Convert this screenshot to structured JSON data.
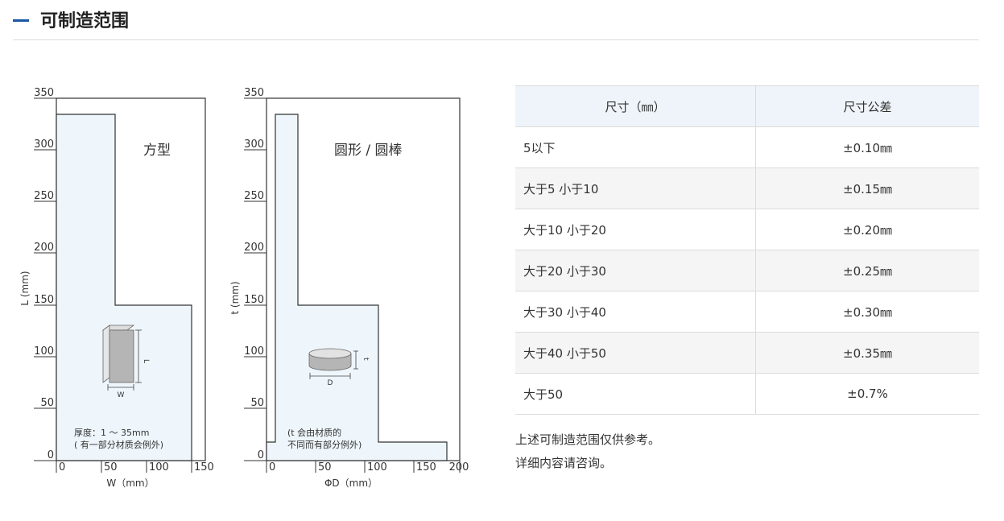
{
  "section": {
    "title": "可制造范围"
  },
  "charts": [
    {
      "title": "方型",
      "ylabel": "L (mm)",
      "xlabel": "W（mm）",
      "y_ticks": [
        "0",
        "50",
        "100",
        "150",
        "200",
        "250",
        "300",
        "350"
      ],
      "x_ticks": [
        "0",
        "50",
        "100",
        "150"
      ],
      "dim_a": "L",
      "dim_b": "W",
      "note_line1": "厚度：1 ～ 35mm",
      "note_line2": "( 有一部分材质会例外)",
      "shape_color": "#eef6fc",
      "stroke_color": "#333333"
    },
    {
      "title": "圆形 / 圆棒",
      "ylabel": "t (mm)",
      "xlabel": "ΦD（mm）",
      "y_ticks": [
        "0",
        "50",
        "100",
        "150",
        "200",
        "250",
        "300",
        "350"
      ],
      "x_ticks": [
        "0",
        "50",
        "100",
        "150",
        "200"
      ],
      "dim_a": "t",
      "dim_b": "D",
      "note_line1": "(t 会由材质的",
      "note_line2": "不同而有部分例外)",
      "shape_color": "#eef6fc",
      "stroke_color": "#333333"
    }
  ],
  "tolerance_table": {
    "headers": [
      "尺寸（㎜）",
      "尺寸公差"
    ],
    "rows": [
      [
        "5以下",
        "±0.10㎜"
      ],
      [
        "大于5 小于10",
        "±0.15㎜"
      ],
      [
        "大于10 小于20",
        "±0.20㎜"
      ],
      [
        "大于20 小于30",
        "±0.25㎜"
      ],
      [
        "大于30 小于40",
        "±0.30㎜"
      ],
      [
        "大于40 小于50",
        "±0.35㎜"
      ],
      [
        "大于50",
        "±0.7%"
      ]
    ]
  },
  "notes": {
    "line1": "上述可制造范围仅供参考。",
    "line2": "详细内容请咨询。"
  }
}
